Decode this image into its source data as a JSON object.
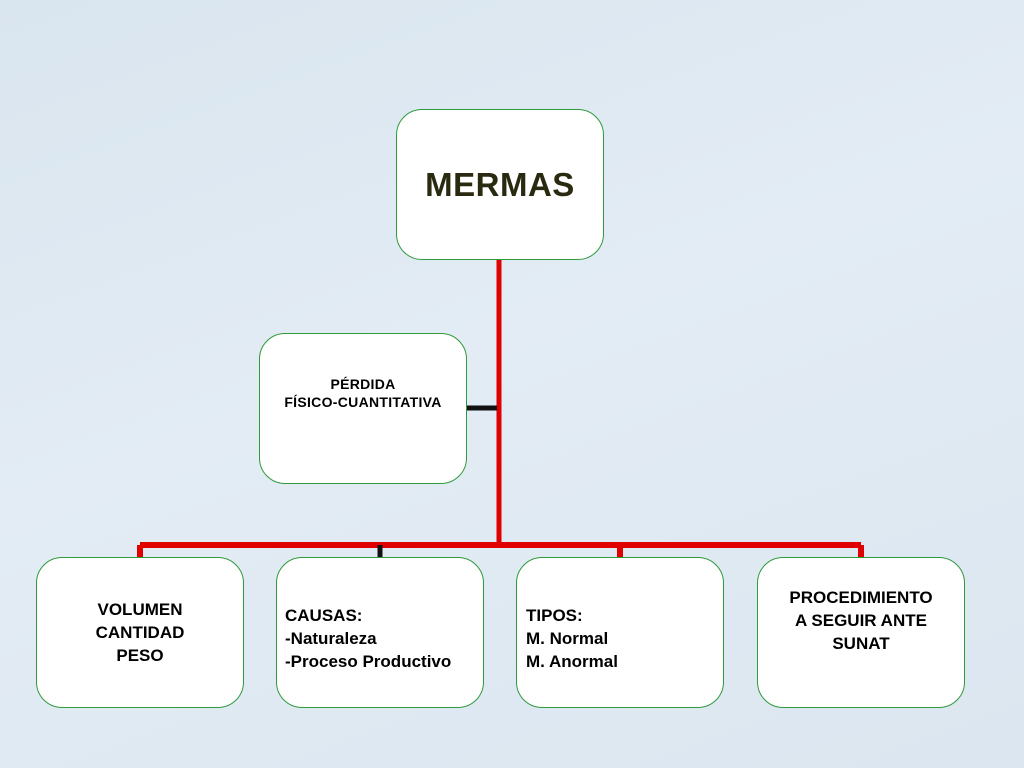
{
  "diagram": {
    "root": {
      "label": "MERMAS"
    },
    "assistant": {
      "lines": [
        "PÉRDIDA",
        "FÍSICO-CUANTITATIVA"
      ]
    },
    "children": [
      {
        "lines": [
          "VOLUMEN",
          "CANTIDAD",
          "PESO"
        ]
      },
      {
        "lines": [
          "CAUSAS:",
          "-Naturaleza",
          "-Proceso Productivo"
        ]
      },
      {
        "lines": [
          "TIPOS:",
          "M. Normal",
          "M. Anormal"
        ]
      },
      {
        "lines": [
          "PROCEDIMIENTO",
          "A SEGUIR ANTE",
          "SUNAT"
        ]
      }
    ],
    "colors": {
      "connector": "#e00000",
      "box_border": "#2e9a3c",
      "root_text": "#2a2a10"
    }
  }
}
